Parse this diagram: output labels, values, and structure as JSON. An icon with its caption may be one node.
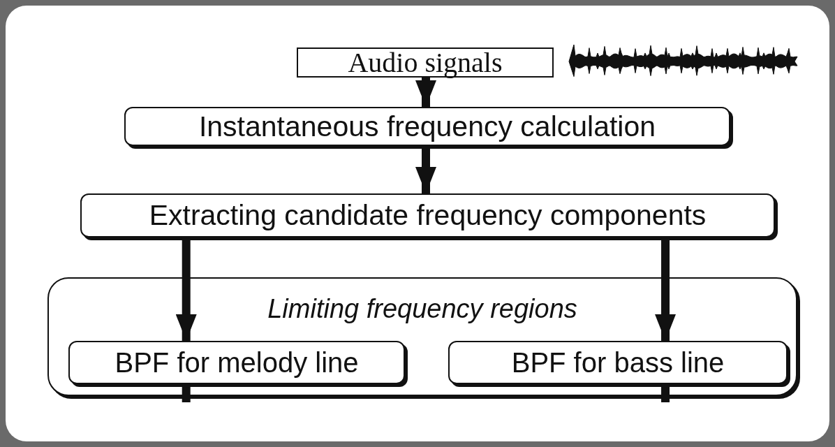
{
  "diagram": {
    "nodes": [
      {
        "text": [
          "Audio signals"
        ]
      },
      {
        "text": [
          "Instantaneous frequency calculation"
        ]
      },
      {
        "text": [
          "Extracting candidate frequency components"
        ]
      },
      {
        "text": [
          "Limiting frequency regions"
        ]
      },
      {
        "text": [
          "BPF for melody line"
        ],
        "in": 3
      },
      {
        "text": [
          "BPF for bass line"
        ],
        "in": 3
      }
    ],
    "edges": [
      {
        "from": 0,
        "to": 1,
        "arrow": "to"
      },
      {
        "from": 1,
        "to": 2,
        "arrow": "to"
      },
      {
        "from": 2,
        "to": 4,
        "arrow": "to"
      },
      {
        "from": 2,
        "to": 5,
        "arrow": "to"
      },
      {
        "from": 4,
        "to": null,
        "arrow": "none"
      },
      {
        "from": 5,
        "to": null,
        "arrow": "none"
      }
    ]
  }
}
